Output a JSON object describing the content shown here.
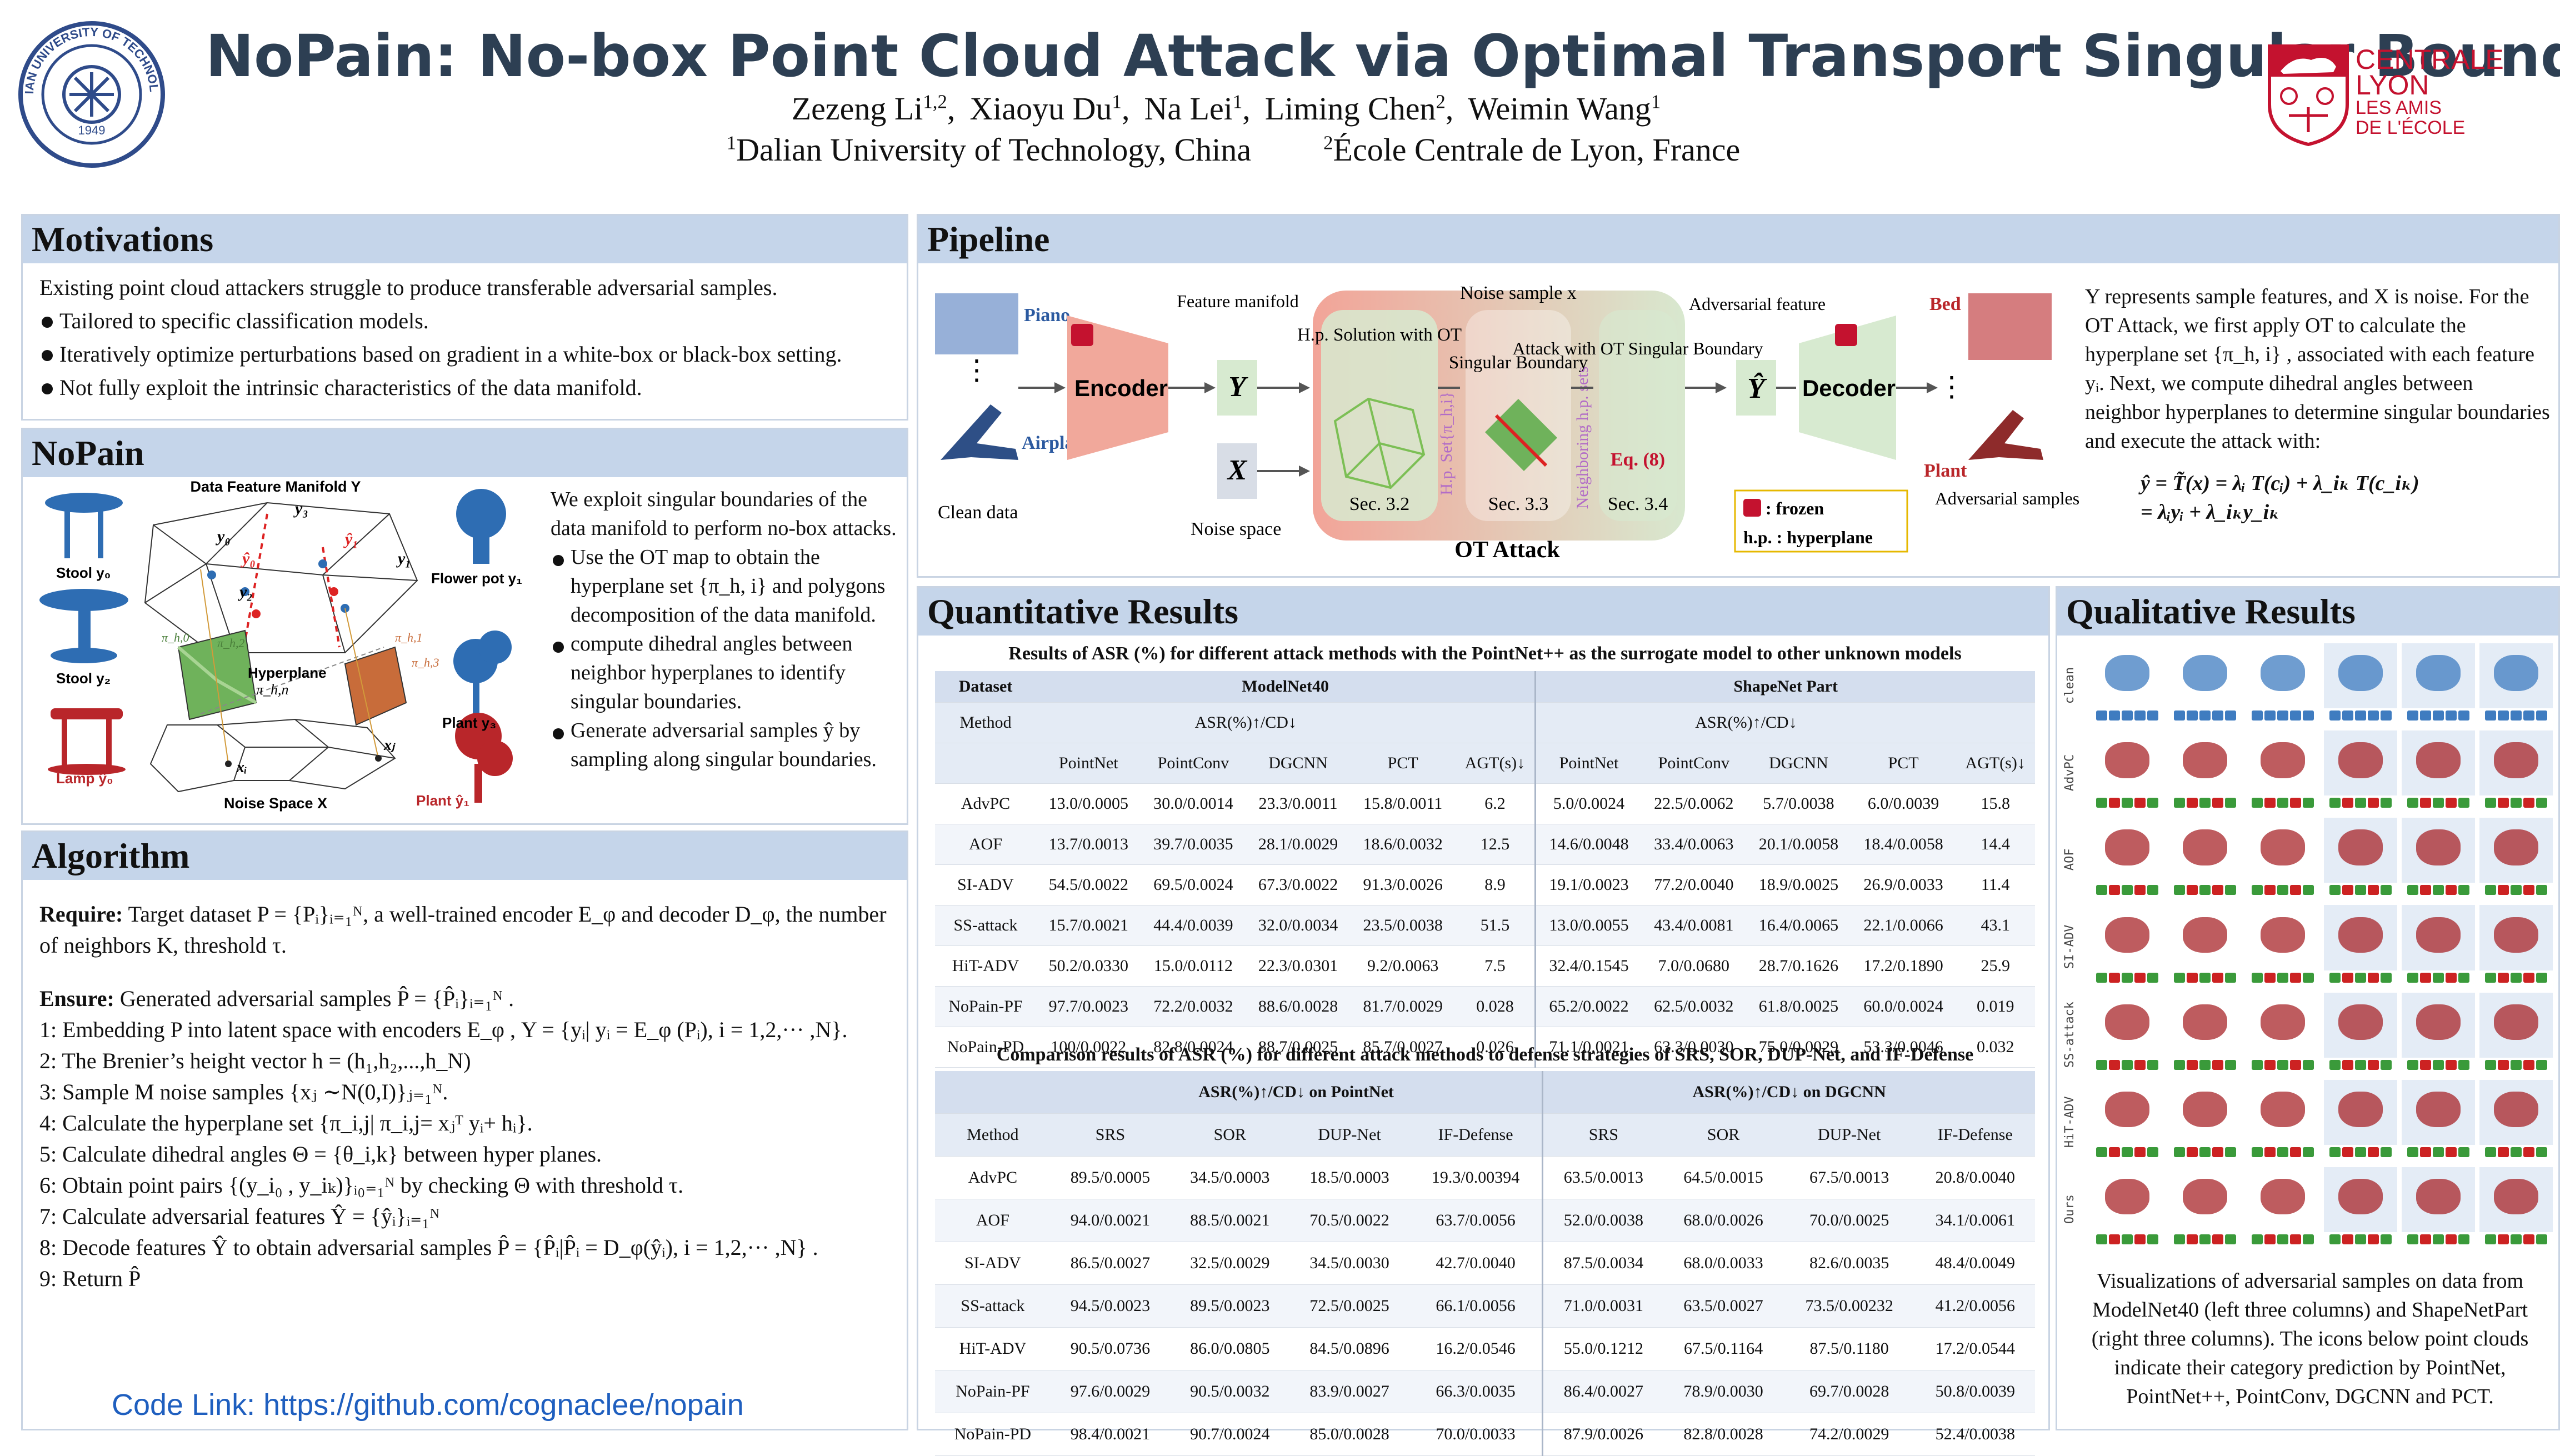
{
  "header": {
    "title": "NoPain: No-box Point Cloud Attack via Optimal Transport Singular Boundary",
    "authors": [
      {
        "name": "Zezeng Li",
        "sup": "1,2"
      },
      {
        "name": "Xiaoyu Du",
        "sup": "1"
      },
      {
        "name": "Na Lei",
        "sup": "1"
      },
      {
        "name": "Liming Chen",
        "sup": "2"
      },
      {
        "name": "Weimin Wang",
        "sup": "1"
      }
    ],
    "affiliations": [
      {
        "sup": "1",
        "text": "Dalian University of Technology, China"
      },
      {
        "sup": "2",
        "text": "École Centrale de Lyon, France"
      }
    ],
    "left_logo_text": "DALIAN UNIVERSITY OF TECHNOLOGY",
    "left_logo_year": "1949",
    "right_logo": {
      "line1": "CENTRALE",
      "line2": "LYON",
      "line3": "LES AMIS",
      "line4": "DE L'ÉCOLE"
    }
  },
  "colors": {
    "header_bg": "#c5d5ea",
    "title": "#2d3f53",
    "centrale_red": "#c4122f",
    "encoder": "#f1a89b",
    "decoder": "#d7ead0",
    "link": "#1f5fbf"
  },
  "motivations": {
    "heading": "Motivations",
    "intro": "Existing point cloud attackers struggle to produce transferable adversarial samples.",
    "bullets": [
      "Tailored to specific classification models.",
      "Iteratively optimize perturbations based on gradient in a white-box or black-box setting.",
      "Not fully exploit the intrinsic characteristics of the data manifold."
    ]
  },
  "nopain": {
    "heading": "NoPain",
    "intro": "We exploit singular boundaries of the data manifold to perform no-box attacks.",
    "bullets": [
      "Use the OT map to obtain the hyperplane set {π_h, i} and polygons decomposition of the data manifold.",
      "compute dihedral angles between neighbor hyperplanes to identify singular boundaries.",
      "Generate adversarial samples ŷ by sampling along singular boundaries."
    ],
    "figure_labels": {
      "manifold_title": "Data Feature Manifold Y",
      "noise_title": "Noise Space X",
      "stool0": "Stool y₀",
      "stool2": "Stool y₂",
      "lamp": "Lamp ŷ₀",
      "flowerpot": "Flower pot y₁",
      "plant3": "Plant y₃",
      "plant_hat": "Plant ŷ₁",
      "hyperplane": "Hyperplane",
      "pihn": "π_h,n",
      "y0": "y₀",
      "y1": "y₁",
      "y2": "y₂",
      "y3": "y₃",
      "yhat0": "ŷ₀",
      "yhat1": "ŷ₁",
      "xi": "xᵢ",
      "xj": "xⱼ",
      "pih0": "π_h,0",
      "pih2": "π_h,2",
      "pih1": "π_h,1",
      "pih3": "π_h,3"
    }
  },
  "algorithm": {
    "heading": "Algorithm",
    "require_label": "Require:",
    "require_text": "Target dataset P = {Pᵢ}ᵢ₌₁ᴺ, a well-trained encoder E_φ and decoder D_φ, the number of neighbors K, threshold τ.",
    "ensure_label": "Ensure:",
    "ensure_text": "Generated adversarial samples P̂ = {P̂ᵢ}ᵢ₌₁ᴺ .",
    "steps": [
      "1: Embedding P into latent space with encoders E_φ , Y = {yᵢ| yᵢ = E_φ (Pᵢ), i = 1,2,··· ,N}.",
      "2: The Brenier’s height vector h = (h₁,h₂,...,h_N)",
      "3: Sample M noise samples {xⱼ ∼N(0,I)}ⱼ₌₁ᴺ.",
      "4: Calculate the hyperplane set {π_i,j| π_i,j= xⱼᵀ yᵢ+ hᵢ}.",
      "5: Calculate dihedral angles Θ = {θ_i,k} between hyper planes.",
      "6: Obtain point pairs {(y_i₀ , y_iₖ)}ᵢ₀₌₁ᴺ by checking Θ with threshold τ.",
      "7: Calculate adversarial features Ŷ = {ŷᵢ}ᵢ₌₁ᴺ",
      "8: Decode features Ŷ to obtain adversarial samples P̂ = {P̂ᵢ|P̂ᵢ = D_φ(ŷᵢ),   i = 1,2,··· ,N} .",
      "9: Return P̂"
    ],
    "code_link": "Code Link: https://github.com/cognaclee/nopain"
  },
  "pipeline": {
    "heading": "Pipeline",
    "labels": {
      "piano": "Piano",
      "airplane": "Airplane",
      "clean": "Clean data",
      "feature_manifold": "Feature manifold",
      "Y": "Y",
      "X": "X",
      "noise_space": "Noise space",
      "encoder": "Encoder",
      "decoder": "Decoder",
      "noise_sample": "Noise  sample  x",
      "hp_solution": "H.p. Solution with OT",
      "sec32": "Sec. 3.2",
      "hp_set": "H.p. Set{π_h,i}",
      "singular": "Singular Boundary",
      "sec33": "Sec. 3.3",
      "neighboring": "Neighboring h.p. sets",
      "attack": "Attack with OT Singular Boundary",
      "eq": "Eq. (8)",
      "sec34": "Sec. 3.4",
      "ot_attack": "OT Attack",
      "adv_feature": "Adversarial feature",
      "Yhat": "Ŷ",
      "bed": "Bed",
      "plant": "Plant",
      "adv_samples": "Adversarial samples",
      "frozen": ": frozen",
      "hp_legend": "h.p. : hyperplane"
    },
    "description": "Y represents sample features, and X is noise. For the OT Attack, we first apply OT to calculate the hyperplane set {π_h, i} , associated with each feature yᵢ. Next, we compute dihedral angles between neighbor hyperplanes to determine singular boundaries and execute the attack with:",
    "equation1": "ŷ = T̃(x) = λᵢ T(cᵢ) + λ_iₖ T(c_iₖ)",
    "equation2": "= λᵢyᵢ + λ_iₖy_iₖ"
  },
  "quant": {
    "heading": "Quantitative Results",
    "table1_caption": "Results of ASR (%) for different attack methods with the PointNet++ as the surrogate model to other unknown models",
    "table1": {
      "dataset_label": "Dataset",
      "method_label": "Method",
      "group1": "ModelNet40",
      "group2": "ShapeNet Part",
      "metric": "ASR(%)↑/CD↓",
      "cols": [
        "PointNet",
        "PointConv",
        "DGCNN",
        "PCT",
        "AGT(s)↓"
      ],
      "rows": [
        {
          "method": "AdvPC",
          "a": [
            "13.0/0.0005",
            "30.0/0.0014",
            "23.3/0.0011",
            "15.8/0.0011",
            "6.2"
          ],
          "b": [
            "5.0/0.0024",
            "22.5/0.0062",
            "5.7/0.0038",
            "6.0/0.0039",
            "15.8"
          ]
        },
        {
          "method": "AOF",
          "a": [
            "13.7/0.0013",
            "39.7/0.0035",
            "28.1/0.0029",
            "18.6/0.0032",
            "12.5"
          ],
          "b": [
            "14.6/0.0048",
            "33.4/0.0063",
            "20.1/0.0058",
            "18.4/0.0058",
            "14.4"
          ]
        },
        {
          "method": "SI-ADV",
          "a": [
            "54.5/0.0022",
            "69.5/0.0024",
            "67.3/0.0022",
            "91.3/0.0026",
            "8.9"
          ],
          "b": [
            "19.1/0.0023",
            "77.2/0.0040",
            "18.9/0.0025",
            "26.9/0.0033",
            "11.4"
          ]
        },
        {
          "method": "SS-attack",
          "a": [
            "15.7/0.0021",
            "44.4/0.0039",
            "32.0/0.0034",
            "23.5/0.0038",
            "51.5"
          ],
          "b": [
            "13.0/0.0055",
            "43.4/0.0081",
            "16.4/0.0065",
            "22.1/0.0066",
            "43.1"
          ]
        },
        {
          "method": "HiT-ADV",
          "a": [
            "50.2/0.0330",
            "15.0/0.0112",
            "22.3/0.0301",
            "9.2/0.0063",
            "7.5"
          ],
          "b": [
            "32.4/0.1545",
            "7.0/0.0680",
            "28.7/0.1626",
            "17.2/0.1890",
            "25.9"
          ]
        },
        {
          "method": "NoPain-PF",
          "a": [
            "97.7/0.0023",
            "72.2/0.0032",
            "88.6/0.0028",
            "81.7/0.0029",
            "0.028"
          ],
          "b": [
            "65.2/0.0022",
            "62.5/0.0032",
            "61.8/0.0025",
            "60.0/0.0024",
            "0.019"
          ]
        },
        {
          "method": "NoPain-PD",
          "a": [
            "100/0.0022",
            "82.8/0.0024",
            "88.7/0.0025",
            "85.7/0.0027",
            "0.026"
          ],
          "b": [
            "71.1/0.0021",
            "63.3/0.0030",
            "75.0/0.0029",
            "53.3/0.0046",
            "0.032"
          ]
        }
      ]
    },
    "table2_caption": "Comparison results of ASR (%) for different attack methods to defense strategies of SRS, SOR, DUP-Net, and IF-Defense",
    "table2": {
      "method_label": "Method",
      "group1": "ASR(%)↑/CD↓ on PointNet",
      "group2": "ASR(%)↑/CD↓ on DGCNN",
      "cols": [
        "SRS",
        "SOR",
        "DUP-Net",
        "IF-Defense"
      ],
      "rows": [
        {
          "method": "AdvPC",
          "a": [
            "89.5/0.0005",
            "34.5/0.0003",
            "18.5/0.0003",
            "19.3/0.00394"
          ],
          "b": [
            "63.5/0.0013",
            "64.5/0.0015",
            "67.5/0.0013",
            "20.8/0.0040"
          ]
        },
        {
          "method": "AOF",
          "a": [
            "94.0/0.0021",
            "88.5/0.0021",
            "70.5/0.0022",
            "63.7/0.0056"
          ],
          "b": [
            "52.0/0.0038",
            "68.0/0.0026",
            "70.0/0.0025",
            "34.1/0.0061"
          ]
        },
        {
          "method": "SI-ADV",
          "a": [
            "86.5/0.0027",
            "32.5/0.0029",
            "34.5/0.0030",
            "42.7/0.0040"
          ],
          "b": [
            "87.5/0.0034",
            "68.0/0.0033",
            "82.6/0.0035",
            "48.4/0.0049"
          ]
        },
        {
          "method": "SS-attack",
          "a": [
            "94.5/0.0023",
            "89.5/0.0023",
            "72.5/0.0025",
            "66.1/0.0056"
          ],
          "b": [
            "71.0/0.0031",
            "63.5/0.0027",
            "73.5/0.00232",
            "41.2/0.0056"
          ]
        },
        {
          "method": "HiT-ADV",
          "a": [
            "90.5/0.0736",
            "86.0/0.0805",
            "84.5/0.0896",
            "16.2/0.0546"
          ],
          "b": [
            "55.0/0.1212",
            "67.5/0.1164",
            "87.5/0.1180",
            "17.2/0.0544"
          ]
        },
        {
          "method": "NoPain-PF",
          "a": [
            "97.6/0.0029",
            "90.5/0.0032",
            "83.9/0.0027",
            "66.3/0.0035"
          ],
          "b": [
            "86.4/0.0027",
            "78.9/0.0030",
            "69.7/0.0028",
            "50.8/0.0039"
          ]
        },
        {
          "method": "NoPain-PD",
          "a": [
            "98.4/0.0021",
            "90.7/0.0024",
            "85.0/0.0028",
            "70.0/0.0033"
          ],
          "b": [
            "87.9/0.0026",
            "82.8/0.0028",
            "74.2/0.0029",
            "52.4/0.0038"
          ]
        }
      ]
    }
  },
  "qual": {
    "heading": "Qualitative Results",
    "row_labels": [
      "clean",
      "AdvPC",
      "AOF",
      "SI-ADV",
      "SS-attack",
      "HiT-ADV",
      "Ours"
    ],
    "caption": "Visualizations of adversarial samples on data from ModelNet40 (left three columns) and ShapeNetPart (right three columns). The icons below point clouds indicate their category prediction by PointNet, PointNet++, PointConv, DGCNN and PCT."
  }
}
